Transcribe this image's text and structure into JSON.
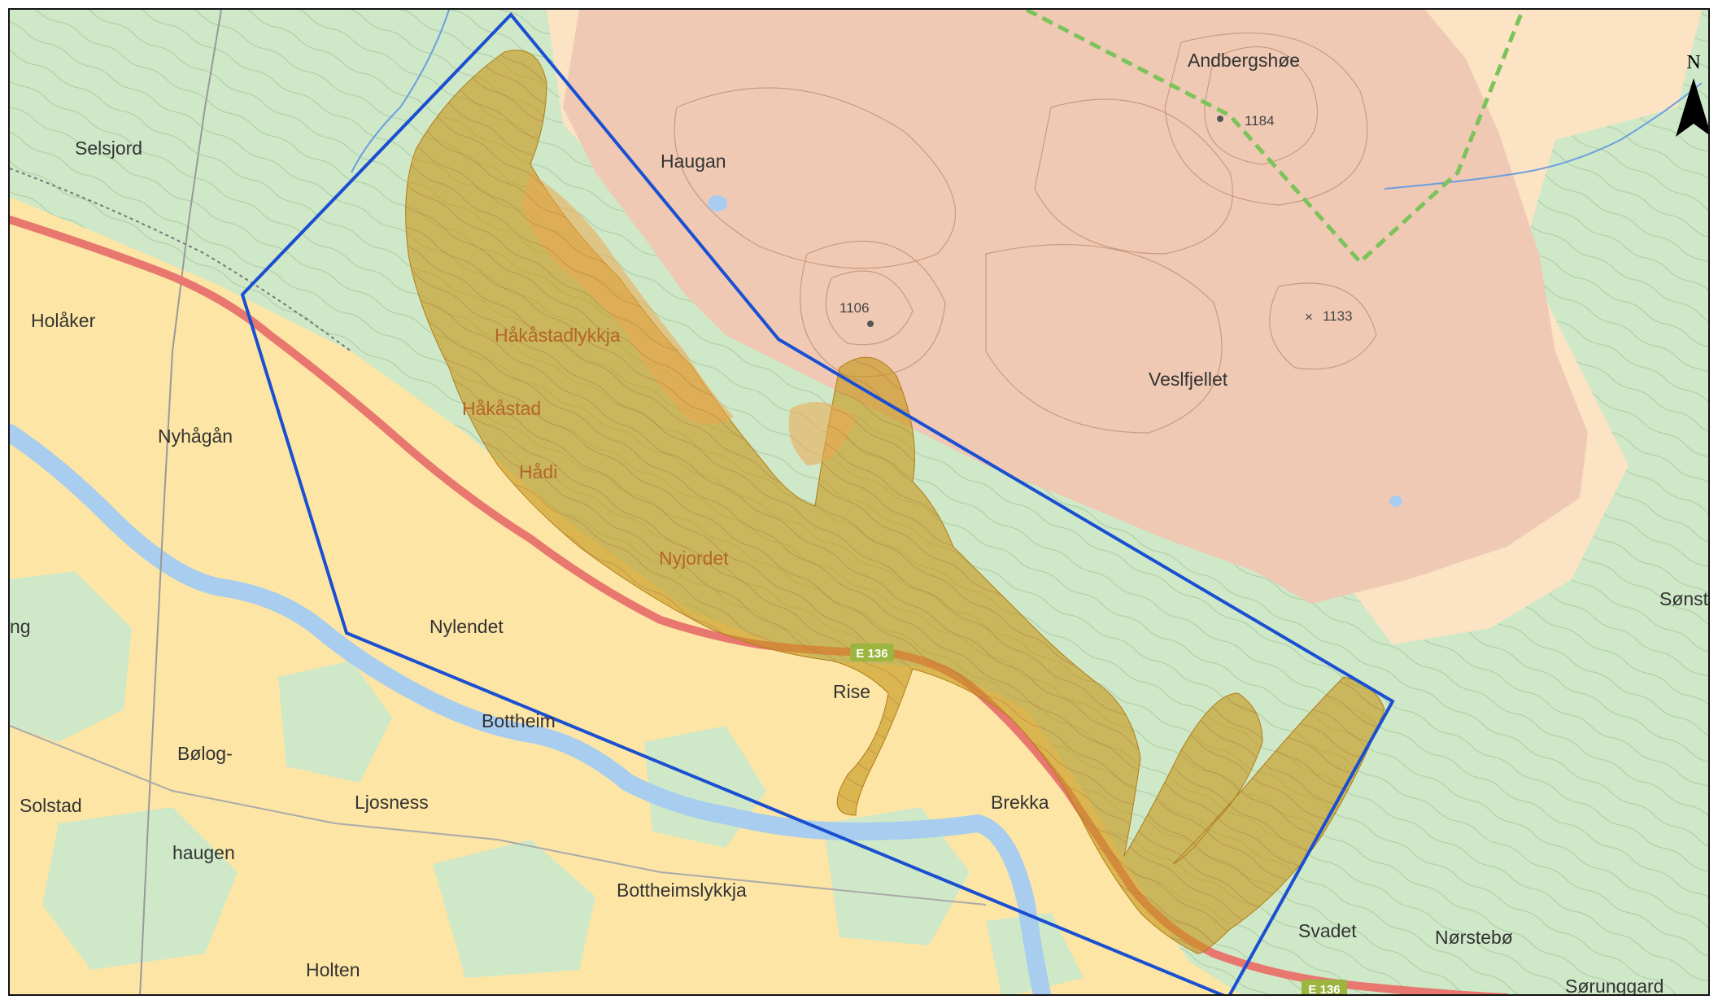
{
  "map": {
    "places": {
      "andbergshoe": "Andbergshøe",
      "selsjord": "Selsjord",
      "haugan": "Haugan",
      "holaker": "Holåker",
      "nyhagan": "Nyhågån",
      "nylendet": "Nylendet",
      "bottheim": "Bottheim",
      "bolog": "Bølog-",
      "haugen": "haugen",
      "solstad": "Solstad",
      "ljosness": "Ljosness",
      "bottheimslykkja": "Bottheimslykkja",
      "holten": "Holten",
      "rise": "Rise",
      "brekka": "Brekka",
      "svadet": "Svadet",
      "norstebo": "Nørstebø",
      "sorunggard": "Sørunggard",
      "sonstebo": "Sønstebø",
      "veslfjellet": "Veslfjellet",
      "ng": "ng",
      "hakastadlykkja": "Håkåstadlykkja",
      "hakastad": "Håkåstad",
      "hadi": "Hådi",
      "nyjordet": "Nyjordet"
    },
    "peaks": {
      "p1184": "1184",
      "p1106": "1106",
      "p1133": "1133",
      "spot_marker": "×"
    },
    "road_shields": [
      "E 136",
      "E 136"
    ],
    "north_arrow_label": "N",
    "colors": {
      "forest": "#cfe8c8",
      "farmland": "#fde5a5",
      "bare_mountain": "#f0c9b4",
      "open_land": "#fbe3c4",
      "river": "#a9cdee",
      "road": "#e8776f",
      "hazard_zone": "#c6971b",
      "hazard_zone_light": "#eda84e",
      "boundary": "#1a4fd1",
      "trail": "#7cc35a",
      "road_shield": "#9bb53e"
    }
  }
}
